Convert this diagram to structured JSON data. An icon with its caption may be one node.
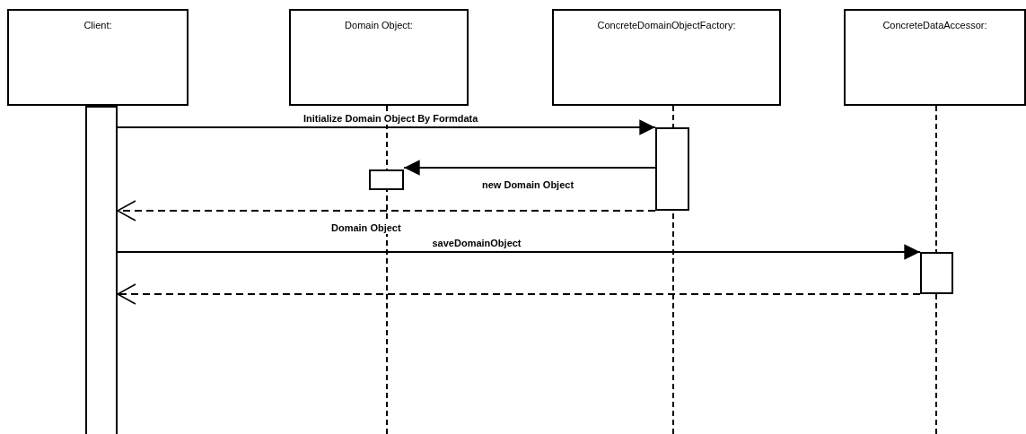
{
  "diagram": {
    "nodes": [
      {
        "text": [
          "Client:"
        ]
      },
      {
        "text": [
          "Domain Object:"
        ]
      },
      {
        "text": [
          "ConcreteDomainObjectFactory:"
        ]
      },
      {
        "text": [
          "ConcreteDataAccessor:"
        ]
      },
      {
        "text": [],
        "shape": "box"
      },
      {
        "text": [],
        "shape": "box"
      },
      {
        "text": [],
        "shape": "box"
      },
      {
        "text": [],
        "shape": "box"
      }
    ],
    "edges": [
      {
        "from": 4,
        "to": 6,
        "arrow": "to",
        "label": "Initialize Domain Object By Formdata"
      },
      {
        "from": 6,
        "to": 5,
        "arrow": "to",
        "label": "new Domain Object"
      },
      {
        "from": 6,
        "to": 4,
        "arrow": "to",
        "label": "Domain Object",
        "style": "dashed"
      },
      {
        "from": 4,
        "to": 7,
        "arrow": "to",
        "label": "saveDomainObject"
      },
      {
        "from": 7,
        "to": 4,
        "arrow": "to",
        "style": "dashed"
      }
    ]
  }
}
